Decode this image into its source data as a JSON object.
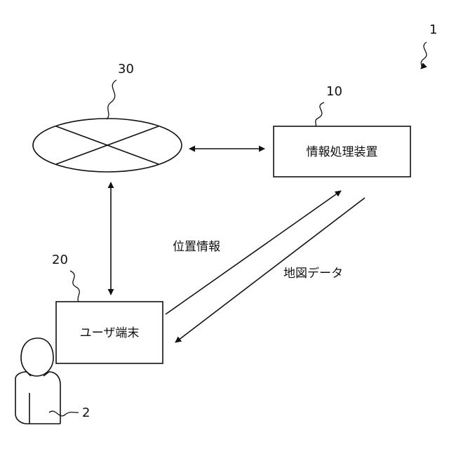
{
  "refs": {
    "system": "1",
    "person": "2",
    "info_device": "10",
    "user_terminal": "20",
    "network": "30"
  },
  "nodes": {
    "info_device_label": "情報処理装置",
    "user_terminal_label": "ユーザ端末"
  },
  "edges": {
    "position_info": "位置情報",
    "map_data": "地図データ"
  }
}
